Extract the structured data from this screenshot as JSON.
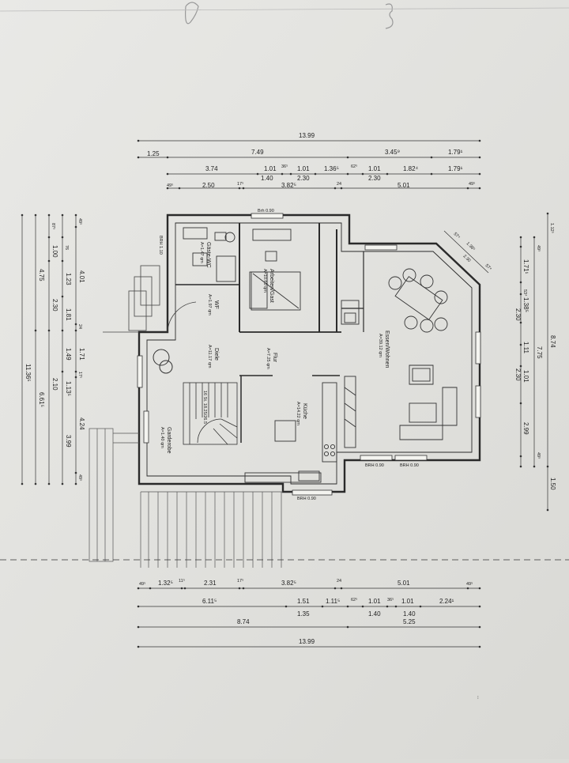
{
  "top_dims": {
    "row1": [
      "13.99"
    ],
    "row2": [
      "1.25",
      "7.49",
      "3.45⁹",
      "1.79¹"
    ],
    "row3": [
      "3.74",
      "1.01",
      "36⁵",
      "1.01",
      "1.36⁵",
      "62⁵",
      "1.01",
      "1.82⁴",
      "1.79¹"
    ],
    "row3b": [
      "1.40",
      "2.30",
      "2.30"
    ],
    "row4": [
      "49⁵",
      "2.50",
      "17⁵",
      "3.82⁵",
      "24",
      "5.01",
      "49⁵"
    ]
  },
  "bottom_dims": {
    "row1": [
      "49⁵",
      "1.32⁵",
      "11⁵",
      "2.31",
      "17⁵",
      "3.82⁵",
      "24",
      "5.01",
      "49⁵"
    ],
    "row2": [
      "6.11⁵",
      "1.51",
      "1.11⁵",
      "62⁵",
      "1.01",
      "36⁵",
      "1.01",
      "2.24¹"
    ],
    "row2b": [
      "1.35",
      "1.40",
      "1.40"
    ],
    "row3": [
      "8.74",
      "5.25"
    ],
    "row4": [
      "13.99"
    ]
  },
  "left_dims": {
    "col1": [
      "11.36⁵"
    ],
    "col2": [
      "4.75",
      "6.61⁵"
    ],
    "col3": [
      "87⁵",
      "1.00",
      "2.30",
      "2.10"
    ],
    "col4": [
      "76",
      "1.23",
      "1.81",
      "1.49",
      "1.13⁵",
      "3.99"
    ],
    "col5": [
      "49⁵",
      "4.01",
      "24",
      "1.71",
      "17⁵",
      "4.24",
      "49⁵"
    ]
  },
  "right_dims": {
    "col1": [
      "1.12⁵",
      "49⁵",
      "1.71¹",
      "53⁴",
      "2.30",
      "1.38⁵",
      "1.11",
      "1.01",
      "2.30",
      "2.99",
      "49⁵"
    ],
    "col2": [
      "8.74",
      "7.75",
      "1.50"
    ],
    "diag": [
      "57⁴",
      "1.38⁵",
      "2.30",
      "57⁴"
    ]
  },
  "rooms": [
    {
      "name": "Gäste-WC",
      "area": "A=1.47 qm"
    },
    {
      "name": "Arbeiten/Gast",
      "area": "A=10.60 qm"
    },
    {
      "name": "WF",
      "area": "A=1.97 qm"
    },
    {
      "name": "Diele",
      "area": "A=11.17 qm"
    },
    {
      "name": "Flur",
      "area": "A=7.25 qm"
    },
    {
      "name": "Küche",
      "area": "A=14.22 qm"
    },
    {
      "name": "Essen/Wohnen",
      "area": "A=39.12 qm"
    },
    {
      "name": "Garderobe",
      "area": "A=1.40 qm"
    }
  ],
  "labels": {
    "brh_top": "Brh 0.90",
    "brh_left": "BRH 1.10",
    "brh_kitchen": "BRH 0.90",
    "brh_win1": "BRH 0.90",
    "brh_win2": "BRH 0.90",
    "stair_note": "16 St. 18.25/26.5"
  }
}
